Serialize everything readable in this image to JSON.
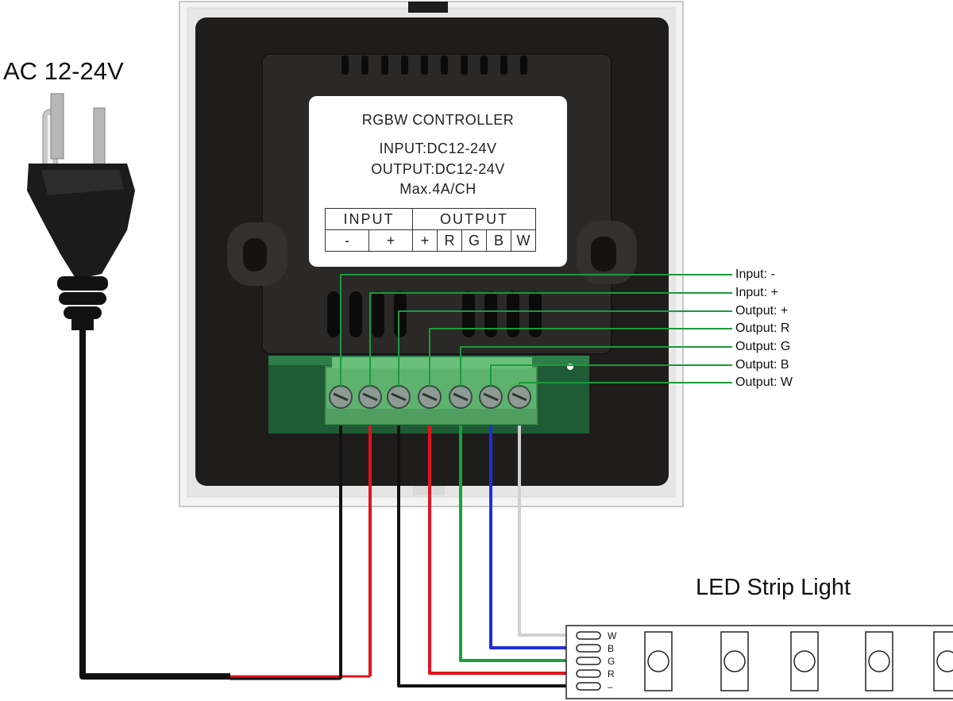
{
  "power": {
    "title": "AC 12-24V"
  },
  "controller": {
    "title": "RGBW CONTROLLER",
    "input_spec": "INPUT:DC12-24V",
    "output_spec": "OUTPUT:DC12-24V",
    "max_current": "Max.4A/CH",
    "table": {
      "input_header": "INPUT",
      "output_header": "OUTPUT",
      "input_pins": [
        "-",
        "+"
      ],
      "output_pins": [
        "+",
        "R",
        "G",
        "B",
        "W"
      ]
    }
  },
  "callouts": [
    "Input: -",
    "Input: +",
    "Output: +",
    "Output: R",
    "Output: G",
    "Output: B",
    "Output: W"
  ],
  "strip": {
    "title": "LED Strip Light",
    "pads": [
      "W",
      "B",
      "G",
      "R",
      "–"
    ]
  },
  "colors": {
    "leader_green": "#1a9a3c",
    "wire_black": "#111111",
    "wire_red": "#e0141e",
    "wire_green": "#17a33a",
    "wire_blue": "#1f2fd8",
    "wire_white": "#d0d0d0",
    "terminal_green": "#5db36e",
    "housing": "#1f1d1c"
  }
}
